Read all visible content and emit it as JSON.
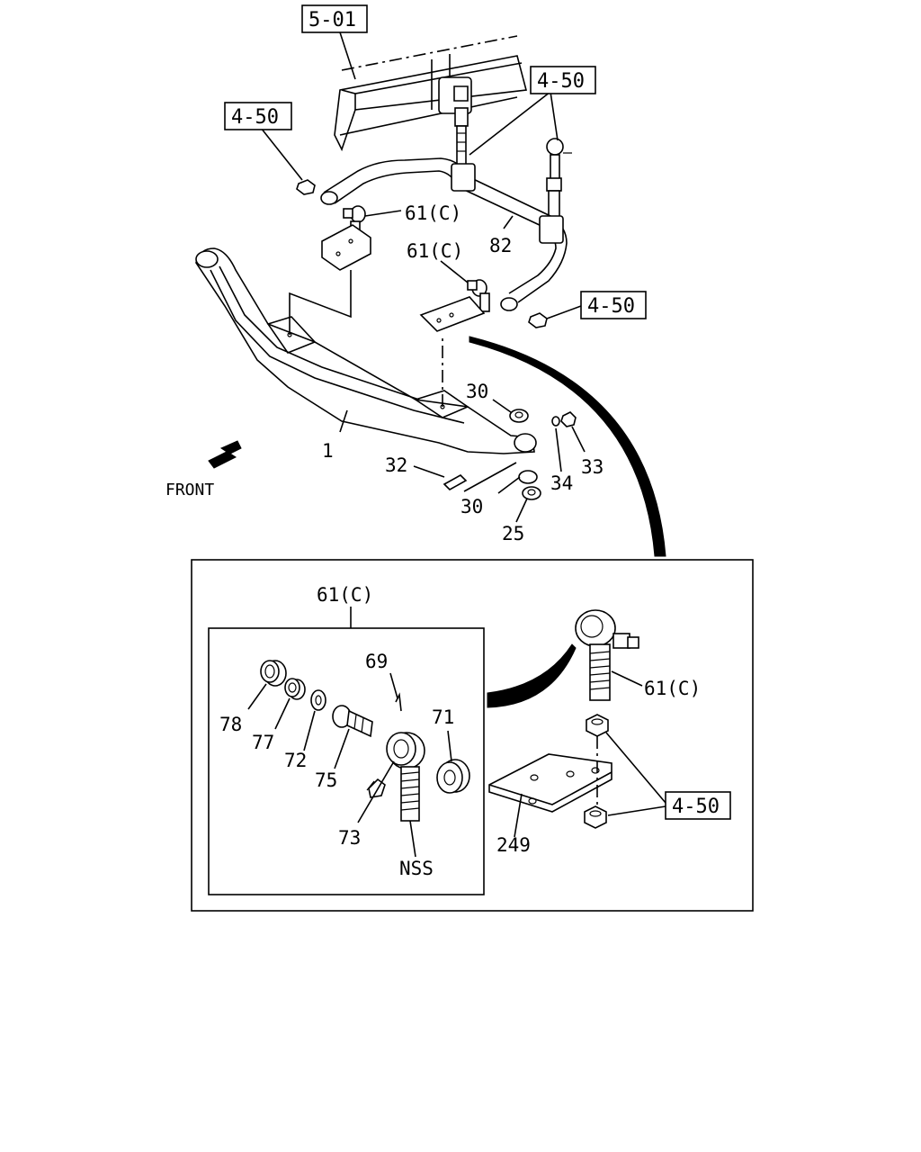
{
  "refs": {
    "r501": "5-01",
    "r450a": "4-50",
    "r450b": "4-50",
    "r450c": "4-50",
    "r450d": "4-50"
  },
  "labels": {
    "p61c_a": "61(C)",
    "p61c_b": "61(C)",
    "p82": "82",
    "p30_top": "30",
    "p30_bot": "30",
    "p1": "1",
    "p32": "32",
    "p34": "34",
    "p33": "33",
    "p25": "25",
    "front": "FRONT",
    "detail_title": "61(C)",
    "p69": "69",
    "p71": "71",
    "p78": "78",
    "p77": "77",
    "p72": "72",
    "p75": "75",
    "p73": "73",
    "nss": "NSS",
    "p61c_c": "61(C)",
    "p249": "249"
  }
}
